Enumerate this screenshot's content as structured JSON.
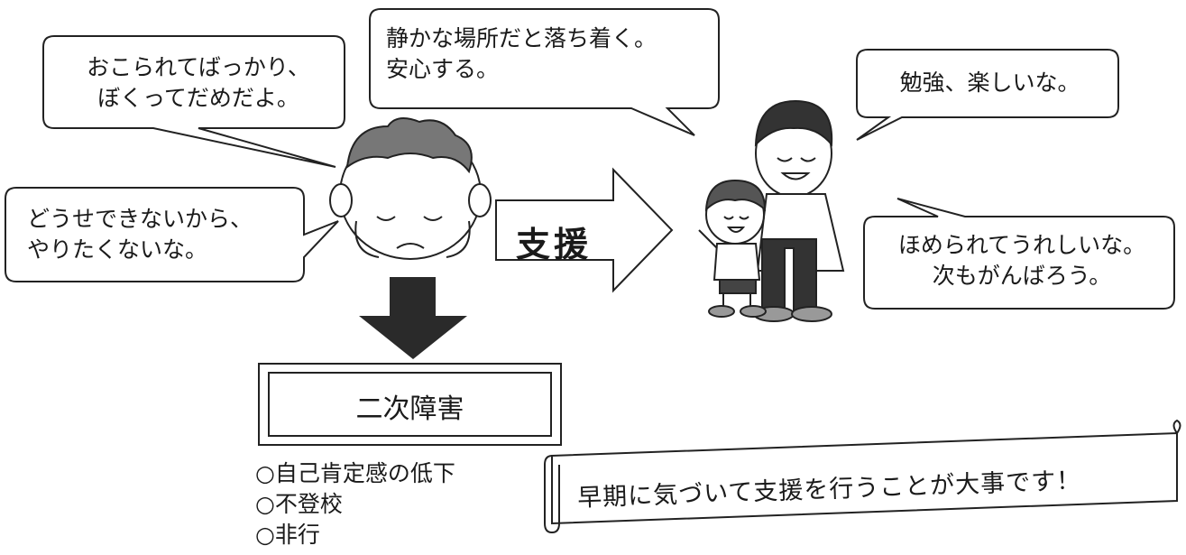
{
  "bubbles": {
    "scolded": "おこられてばっかり、\nぼくってだめだよ。",
    "quiet": "静かな場所だと落ち着く。\n安心する。",
    "study": "勉強、楽しいな。",
    "giveup": "どうせできないから、\nやりたくないな。",
    "praised": "ほめられてうれしいな。\n次もがんばろう。"
  },
  "arrow_label": "支援",
  "secondary_box": "二次障害",
  "secondary_list": [
    "○自己肯定感の低下",
    "○不登校",
    "○非行"
  ],
  "scroll_message": "早期に気づいて支援を行うことが大事です！"
}
